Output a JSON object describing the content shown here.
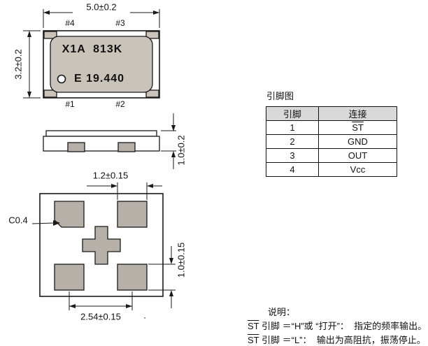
{
  "colors": {
    "line": "#1a1a1a",
    "lid_gray": "#c9c3ba",
    "pad_gray": "#b7b0a8",
    "table_header_bg": "#d9d9d9"
  },
  "top_view": {
    "width_dim": "5.0±0.2",
    "height_dim": "3.2±0.2",
    "pad_labels": {
      "p4": "#4",
      "p3": "#3",
      "p1": "#1",
      "p2": "#2"
    },
    "marking_line1": "X1A  813K",
    "marking_line2": "E 19.440"
  },
  "side_view": {
    "height_dim": "1.0±0.2"
  },
  "bottom_view": {
    "pad_width_dim": "1.2±0.15",
    "pad_height_dim": "1.0±0.15",
    "pad_pitch_dim": "2.54±0.15",
    "chamfer_label": "C0.4",
    "stray_dot": "."
  },
  "pin_table": {
    "title": "引脚图",
    "headers": [
      "引脚",
      "连接"
    ],
    "rows": [
      {
        "pin": "1",
        "connection": "ST"
      },
      {
        "pin": "2",
        "connection": "GND"
      },
      {
        "pin": "3",
        "connection": "OUT"
      },
      {
        "pin": "4",
        "connection": "Vcc"
      }
    ]
  },
  "notes": {
    "title": "说明：",
    "line1": {
      "st": "ST",
      "text": " 引脚 ＝“H”或 “打开”：  指定的频率输出。"
    },
    "line2": {
      "st": "ST",
      "text": " 引脚 ＝“L”：  输出为高阻抗，振荡停止。"
    }
  }
}
